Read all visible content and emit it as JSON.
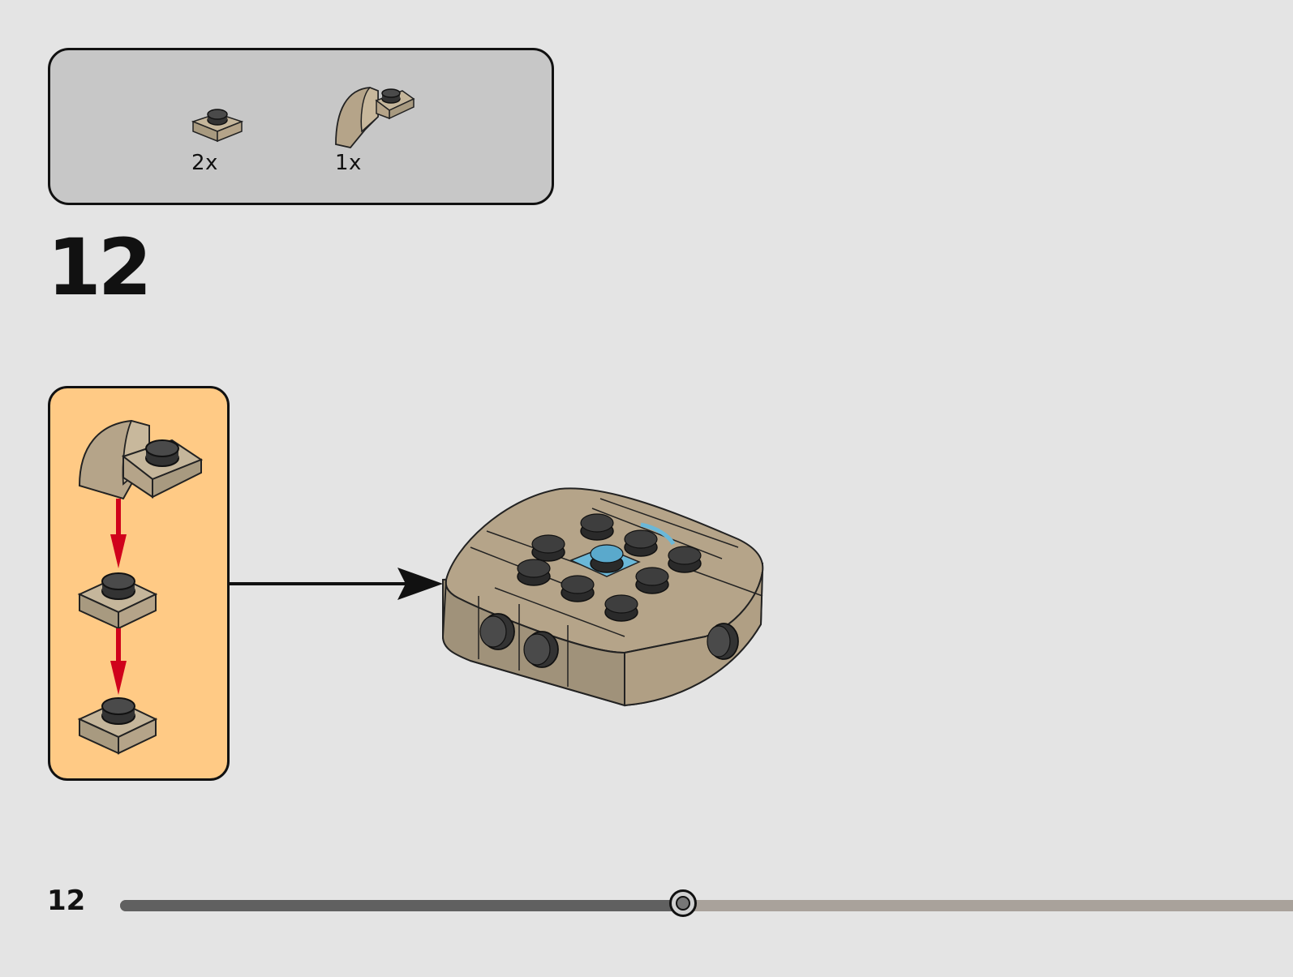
{
  "parts_list": {
    "items": [
      {
        "qty": "2x",
        "part": "plate-1x1-icon"
      },
      {
        "qty": "1x",
        "part": "curved-plate-icon"
      }
    ]
  },
  "step": {
    "number": "12"
  },
  "page": {
    "number": "12"
  },
  "progress": {
    "fraction": 0.475
  },
  "colors": {
    "brick_tan": "#b5a489",
    "stud_black": "#1a1a1a",
    "accent_blue": "#6bb8d8",
    "arrow_red": "#d0021b",
    "subassembly_bg": "#ffca85",
    "parts_bg": "#c7c7c7",
    "page_bg": "#e4e4e4"
  }
}
